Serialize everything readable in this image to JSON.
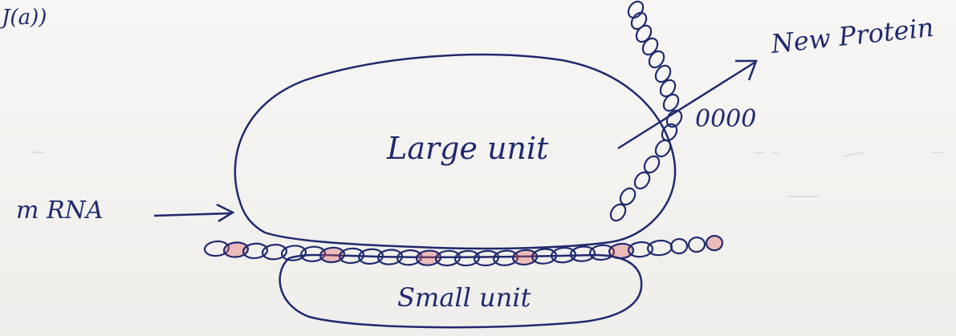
{
  "corner_text": "J(a))",
  "labels": {
    "large_unit": "Large unit",
    "small_unit": "Small unit",
    "mrna": "m RNA",
    "new_protein": "New Protein",
    "chain_tail": "0000"
  },
  "colors": {
    "ink": "#1f2a6e",
    "accent": "#e05a5a",
    "paper": "#f4f3f1"
  }
}
